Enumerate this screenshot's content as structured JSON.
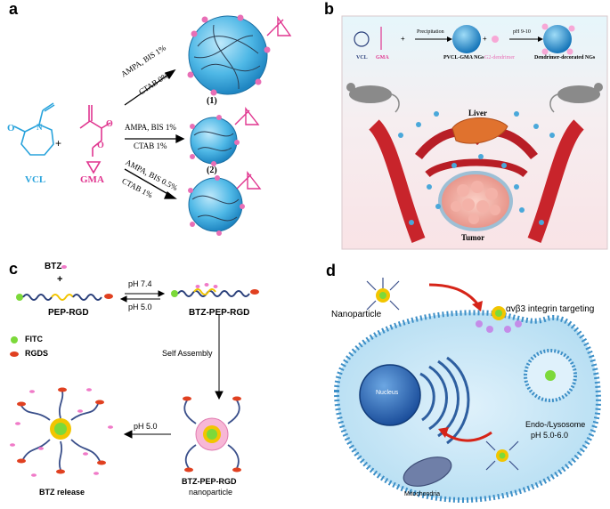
{
  "panels": {
    "a": {
      "label": "a",
      "vcl": "VCL",
      "gma": "GMA",
      "plus": "+",
      "cond1_top": "AMPA, BIS 1%",
      "cond1_bot": "CTAB 0%",
      "cond2_top": "AMPA, BIS 1%",
      "cond2_bot": "CTAB 1%",
      "cond3_top": "AMPA, BIS 0.5%",
      "cond3_bot": "CTAB 1%",
      "np1": "(1)",
      "np2": "(2)"
    },
    "b": {
      "label": "b",
      "vcl": "VCL",
      "gma": "GMA",
      "precip": "Precipitation",
      "pvcl": "PVCL-GMA NGs",
      "g2": "G2-dendrimer",
      "ph": "pH 9-10",
      "dend": "Dendrimer-decorated NGs",
      "liver": "Liver",
      "tumor": "Tumor"
    },
    "c": {
      "label": "c",
      "btz": "BTZ",
      "plus": "+",
      "pep_rgd": "PEP-RGD",
      "ph74": "pH 7.4",
      "ph50": "pH 5.0",
      "btz_pep_rgd": "BTZ-PEP-RGD",
      "fitc": "FITC",
      "rgds": "RGDS",
      "self_assembly": "Self Assembly",
      "ph50_b": "pH 5.0",
      "np_name": "BTZ-PEP-RGD",
      "np_sub": "nanoparticle",
      "release": "BTZ release"
    },
    "d": {
      "label": "d",
      "nanoparticle": "Nanoparticle",
      "integrin": "αvβ3 integrin targeting",
      "nucleus": "Nucleus",
      "endo": "Endo-/Lysosome",
      "endo_ph": "pH 5.0-6.0",
      "mito": "Mitochondria"
    }
  }
}
